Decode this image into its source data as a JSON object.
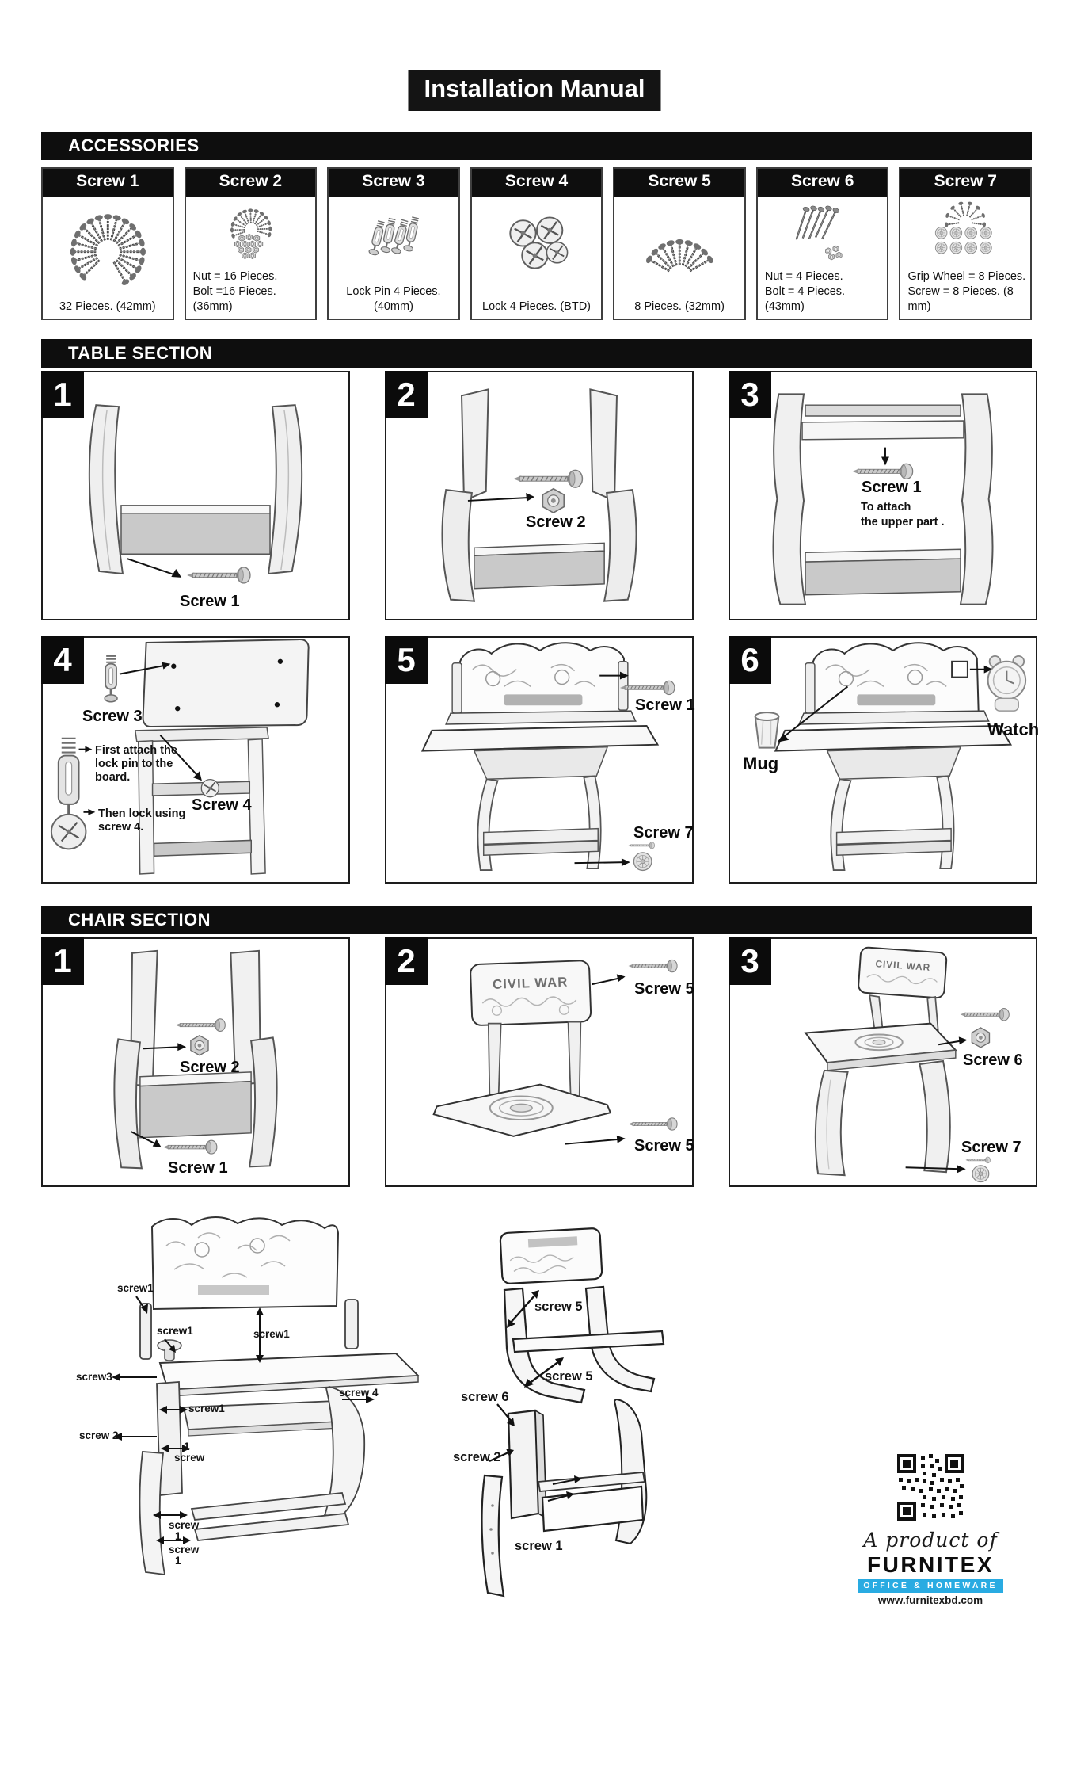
{
  "title": "Installation Manual",
  "colors": {
    "accent": "#29abe2",
    "ink": "#0e0e0e"
  },
  "accessories": {
    "header": "ACCESSORIES",
    "items": [
      {
        "name": "Screw 1",
        "caption": "32 Pieces. (42mm)"
      },
      {
        "name": "Screw 2",
        "caption": "Nut = 16 Pieces.",
        "caption2": "Bolt =16 Pieces. (36mm)"
      },
      {
        "name": "Screw 3",
        "caption": "Lock Pin 4 Pieces. (40mm)"
      },
      {
        "name": "Screw 4",
        "caption": "Lock 4 Pieces. (BTD)"
      },
      {
        "name": "Screw 5",
        "caption": "8 Pieces. (32mm)"
      },
      {
        "name": "Screw 6",
        "caption": "Nut = 4 Pieces.",
        "caption2": "Bolt = 4 Pieces. (43mm)"
      },
      {
        "name": "Screw 7",
        "caption": "Grip Wheel = 8 Pieces.",
        "caption2": "Screw = 8 Pieces. (8 mm)"
      }
    ]
  },
  "table_section": {
    "header": "TABLE SECTION",
    "steps": [
      {
        "num": "1",
        "label1": "Screw 1"
      },
      {
        "num": "2",
        "label1": "Screw 2"
      },
      {
        "num": "3",
        "label1": "Screw 1",
        "note1": "To attach",
        "note2": "the upper part ."
      },
      {
        "num": "4",
        "label1": "Screw 3",
        "label2": "Screw 4",
        "noteA1": "First attach the",
        "noteA2": "lock pin to the",
        "noteA3": "board.",
        "noteB1": "Then lock using",
        "noteB2": "screw 4."
      },
      {
        "num": "5",
        "label1": "Screw 1",
        "label2": "Screw 7"
      },
      {
        "num": "6",
        "label1": "Mug",
        "label2": "Watch"
      }
    ]
  },
  "chair_section": {
    "header": "CHAIR SECTION",
    "steps": [
      {
        "num": "1",
        "label1": "Screw 2",
        "label2": "Screw 1"
      },
      {
        "num": "2",
        "label1": "Screw 5",
        "label2": "Screw 5"
      },
      {
        "num": "3",
        "label1": "Screw 6",
        "label2": "Screw 7"
      }
    ]
  },
  "artwork": {
    "backrest_text": "CIVIL WAR"
  },
  "exploded_table": {
    "l1": "screw1",
    "l2": "screw1",
    "l3": "screw1",
    "l4": "screw3",
    "l5": "screw 4",
    "l6": "screw1",
    "l7": "screw 2",
    "l8a": "1",
    "l8b": "screw",
    "l9a": "screw",
    "l9b": "1",
    "l10a": "screw",
    "l10b": "1"
  },
  "exploded_chair": {
    "l1": "screw 5",
    "l2": "screw 5",
    "l3": "screw 6",
    "l4": "screw 2",
    "l5": "screw 1"
  },
  "branding": {
    "product_of": "A product of",
    "brand": "FURNITEX",
    "division": "OFFICE & HOMEWARE",
    "website": "www.furnitexbd.com"
  }
}
